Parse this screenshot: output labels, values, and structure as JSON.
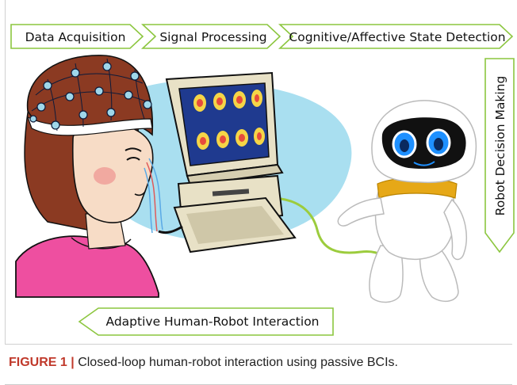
{
  "process_steps": [
    {
      "label": "Data Acquisition"
    },
    {
      "label": "Signal Processing"
    },
    {
      "label": "Cognitive/Affective State Detection"
    },
    {
      "label": "Robot Decision Making"
    },
    {
      "label": "Adaptive Human-Robot Interaction"
    }
  ],
  "caption": {
    "label": "FIGURE 1",
    "separator": "|",
    "text": "Closed-loop human-robot interaction using passive BCIs."
  },
  "colors": {
    "arrow_border": "#8cc63f",
    "arrow_fill": "#ffffff",
    "caption_label": "#c0392b",
    "monitor_body": "#e8e1c6",
    "screen": "#1f3a8f",
    "hair": "#8b3a22",
    "shirt": "#ee4fa0",
    "background_blob": "#a9dff0",
    "robot_body": "#ffffff",
    "robot_face": "#111111",
    "robot_eyes": "#1e90ff",
    "robot_collar": "#e6a817",
    "cable": "#9ccc3d"
  },
  "icons": [
    "eeg-cap-girl-illustration",
    "computer-monitor-illustration",
    "robot-illustration"
  ]
}
